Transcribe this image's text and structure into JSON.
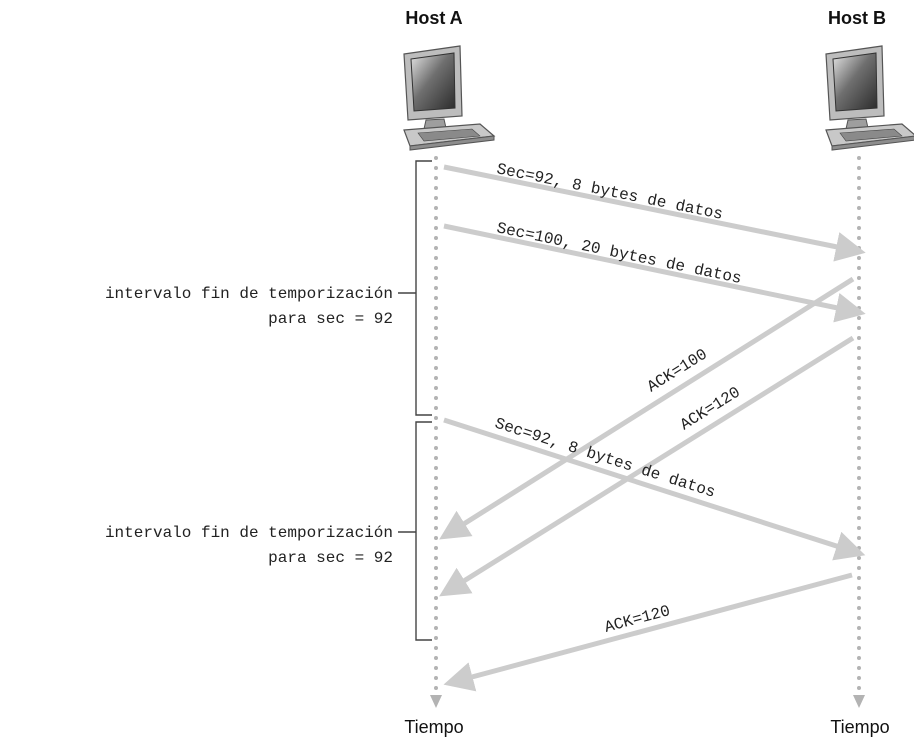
{
  "hosts": {
    "a": {
      "label": "Host A"
    },
    "b": {
      "label": "Host B"
    }
  },
  "time_labels": {
    "a": "Tiempo",
    "b": "Tiempo"
  },
  "timeouts": [
    {
      "line1": "intervalo fin de temporización",
      "line2": "para sec = 92"
    },
    {
      "line1": "intervalo fin de temporización",
      "line2": "para sec = 92"
    }
  ],
  "messages": [
    {
      "label": "Sec=92, 8 bytes de datos"
    },
    {
      "label": "Sec=100, 20 bytes de datos"
    },
    {
      "label": "ACK=100"
    },
    {
      "label": "ACK=120"
    },
    {
      "label": "Sec=92, 8 bytes de datos"
    },
    {
      "label": "ACK=120"
    }
  ],
  "colors": {
    "arrow": "#cccccc",
    "timeline": "#b3b3b3",
    "bracket": "#444444"
  }
}
